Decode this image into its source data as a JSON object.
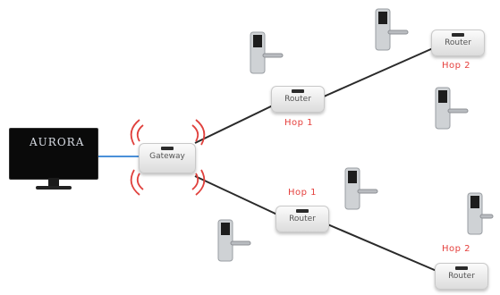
{
  "diagram": {
    "monitor": {
      "logo_text": "AURORA",
      "subtitle": ""
    },
    "gateway": {
      "label": "Gateway"
    },
    "routers": [
      {
        "label": "Router"
      },
      {
        "label": "Router"
      },
      {
        "label": "Router"
      },
      {
        "label": "Router"
      }
    ],
    "hops": [
      {
        "label": "Hop 1"
      },
      {
        "label": "Hop 2"
      },
      {
        "label": "Hop 1"
      },
      {
        "label": "Hop 2"
      }
    ],
    "colors": {
      "hop_text": "#e5403d",
      "signal_waves": "#e0403c",
      "link_monitor": "#4a90d9",
      "link_network": "#2a2a2a"
    },
    "icons": [
      "monitor-icon",
      "door-lock-icon",
      "wireless-signal-icon",
      "router-device-icon",
      "gateway-device-icon"
    ]
  }
}
